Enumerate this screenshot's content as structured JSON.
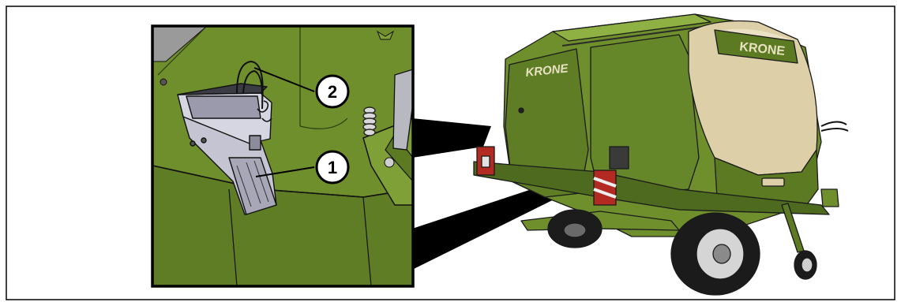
{
  "figure": {
    "callouts": [
      {
        "number": "1"
      },
      {
        "number": "2"
      }
    ],
    "brand": {
      "side_logo": "KRONE",
      "rear_logo": "KRONE"
    },
    "colors": {
      "machine_green": "#6f8f2c",
      "machine_green_dark": "#4d6a1e",
      "machine_green_light": "#8fb043",
      "panel_cream": "#ddd0a9",
      "outline": "#111111",
      "reflector_red": "#b22a22",
      "zoom_wedge": "#000000"
    },
    "icons": [
      "document-holder-icon",
      "retaining-bracket-icon",
      "wheel-icon",
      "reflector-icon"
    ]
  }
}
